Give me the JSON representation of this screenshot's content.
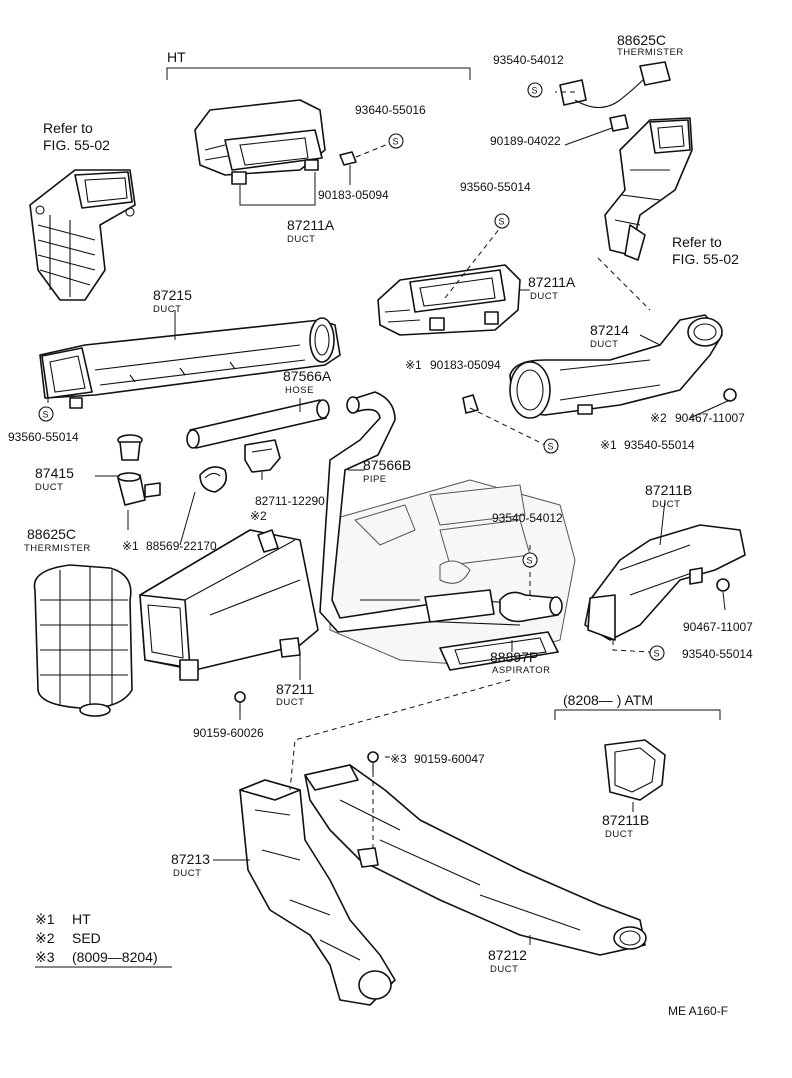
{
  "labels": {
    "ht_group": "HT",
    "atm_group": "(8208—        ) ATM",
    "refer_left_1": "Refer to",
    "refer_left_2": "FIG. 55-02",
    "refer_right_1": "Refer to",
    "refer_right_2": "FIG. 55-02",
    "footer_code": "ME  A160-F"
  },
  "parts": [
    {
      "id": "p93640_55016",
      "number": "93640-55016",
      "sub": ""
    },
    {
      "id": "p90183_05094_a",
      "number": "90183-05094",
      "sub": ""
    },
    {
      "id": "p87211a_top",
      "number": "87211A",
      "sub": "DUCT"
    },
    {
      "id": "p93540_54012_top",
      "number": "93540-54012",
      "sub": ""
    },
    {
      "id": "p88625c_top",
      "number": "88625C",
      "sub": "THERMISTER"
    },
    {
      "id": "p90189_04022",
      "number": "90189-04022",
      "sub": ""
    },
    {
      "id": "p93560_55014_mid",
      "number": "93560-55014",
      "sub": ""
    },
    {
      "id": "p87211a_mid",
      "number": "87211A",
      "sub": "DUCT"
    },
    {
      "id": "p87215",
      "number": "87215",
      "sub": "DUCT"
    },
    {
      "id": "p87566a",
      "number": "87566A",
      "sub": "HOSE"
    },
    {
      "id": "p87214",
      "number": "87214",
      "sub": "DUCT"
    },
    {
      "id": "p90183_05094_b",
      "number": "90183-05094",
      "sub": ""
    },
    {
      "id": "p90467_11007_a",
      "number": "90467-11007",
      "sub": ""
    },
    {
      "id": "p93540_55014_a",
      "number": "93540-55014",
      "sub": ""
    },
    {
      "id": "p93560_55014_left",
      "number": "93560-55014",
      "sub": ""
    },
    {
      "id": "p87415",
      "number": "87415",
      "sub": "DUCT"
    },
    {
      "id": "p82711_12290",
      "number": "82711-12290",
      "sub": ""
    },
    {
      "id": "p87566b",
      "number": "87566B",
      "sub": "PIPE"
    },
    {
      "id": "p88625c_left",
      "number": "88625C",
      "sub": "THERMISTER"
    },
    {
      "id": "p88569_22170",
      "number": "88569-22170",
      "sub": ""
    },
    {
      "id": "p93540_54012_mid",
      "number": "93540-54012",
      "sub": ""
    },
    {
      "id": "p87211b_right",
      "number": "87211B",
      "sub": "DUCT"
    },
    {
      "id": "p90467_11007_b",
      "number": "90467-11007",
      "sub": ""
    },
    {
      "id": "p93540_55014_b",
      "number": "93540-55014",
      "sub": ""
    },
    {
      "id": "p88897p",
      "number": "88897P",
      "sub": "ASPIRATOR"
    },
    {
      "id": "p87211",
      "number": "87211",
      "sub": "DUCT"
    },
    {
      "id": "p90159_60026",
      "number": "90159-60026",
      "sub": ""
    },
    {
      "id": "p90159_60047",
      "number": "90159-60047",
      "sub": ""
    },
    {
      "id": "p87211b_atm",
      "number": "87211B",
      "sub": "DUCT"
    },
    {
      "id": "p87213",
      "number": "87213",
      "sub": "DUCT"
    },
    {
      "id": "p87212",
      "number": "87212",
      "sub": "DUCT"
    }
  ],
  "markers": {
    "m1": "※1",
    "m2": "※2",
    "m3": "※3",
    "s": "S"
  },
  "legend": [
    {
      "mark": "※1",
      "text": "HT"
    },
    {
      "mark": "※2",
      "text": "SED"
    },
    {
      "mark": "※3",
      "text": "(8009—8204)"
    }
  ]
}
